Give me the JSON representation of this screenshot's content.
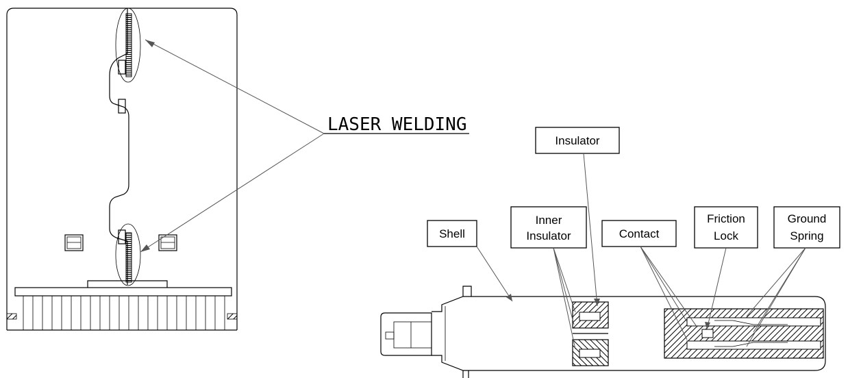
{
  "weld_callout": {
    "text": "LASER WELDING"
  },
  "labels": {
    "insulator": "Insulator",
    "shell": "Shell",
    "inner_insulator_line1": "Inner",
    "inner_insulator_line2": "Insulator",
    "contact": "Contact",
    "friction_lock_line1": "Friction",
    "friction_lock_line2": "Lock",
    "ground_spring_line1": "Ground",
    "ground_spring_line2": "Spring"
  }
}
